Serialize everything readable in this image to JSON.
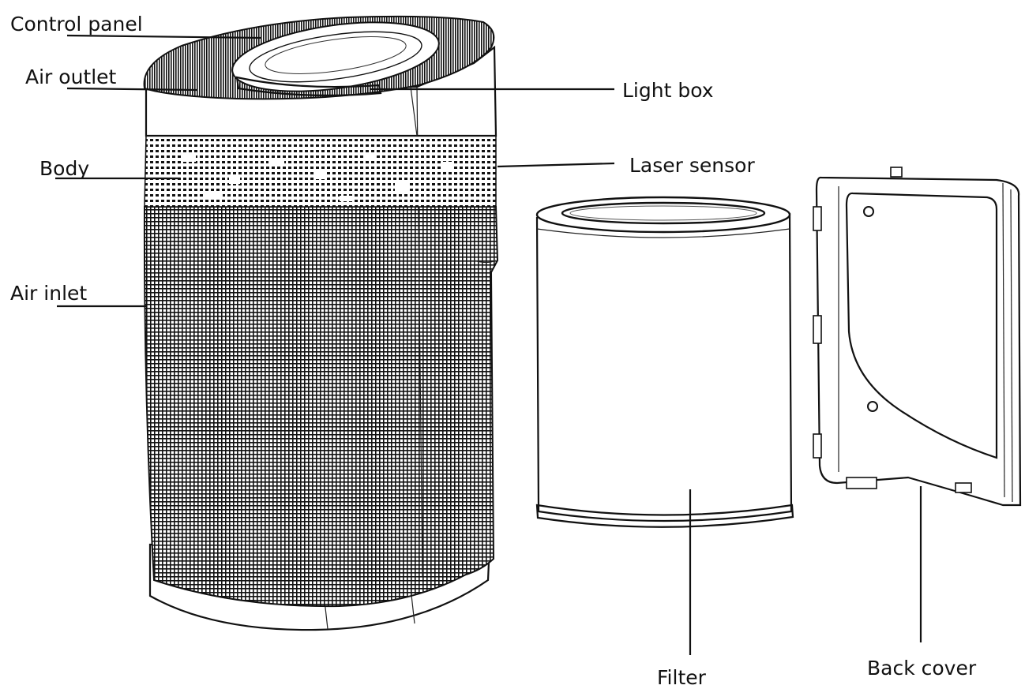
{
  "labels": {
    "control_panel": "Control panel",
    "air_outlet": "Air outlet",
    "body": "Body",
    "air_inlet": "Air inlet",
    "light_box": "Light box",
    "laser_sensor": "Laser sensor",
    "filter": "Filter",
    "back_cover": "Back cover"
  }
}
